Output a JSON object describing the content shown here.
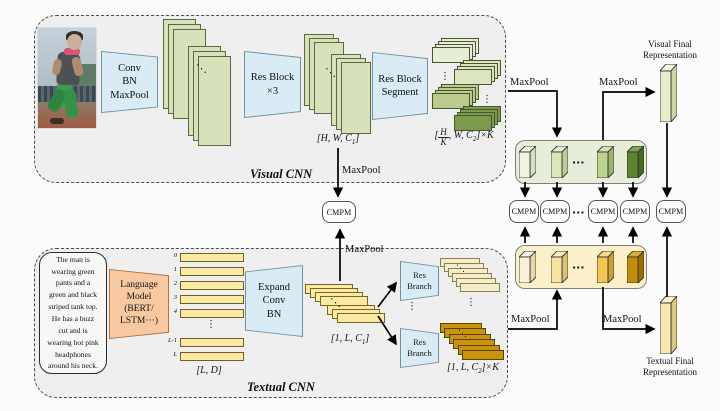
{
  "figure": {
    "visual": {
      "title": "Visual CNN",
      "conv_lines": [
        "Conv",
        "BN",
        "MaxPool"
      ],
      "res_block_lines": [
        "Res Block",
        "×3"
      ],
      "segment_block_lines": [
        "Res Block",
        "Segment"
      ],
      "feat_label": {
        "pre": "[H, W, C",
        "sub": "1",
        "post": "]"
      },
      "segment_label": {
        "open": "[",
        "num": "H",
        "den": "K",
        "mid": ", W, C",
        "sub": "2",
        "post": "]×K"
      },
      "final_lines": [
        "Visual Final",
        "Representation"
      ]
    },
    "textual": {
      "title": "Textual CNN",
      "description_lines": [
        "The man is",
        "wearing green",
        "pants and a",
        "green and black",
        "striped tank top.",
        "He has a buzz",
        "cut and is",
        "wearing hot pink",
        "headphones",
        "around his neck."
      ],
      "language_model_lines": [
        "Language",
        "Model",
        "(BERT/",
        "LSTM···)"
      ],
      "row_labels": [
        "0",
        "1",
        "2",
        "3",
        "4",
        "L-1",
        "L"
      ],
      "embedding_label": "[L, D]",
      "expand_lines": [
        "Expand",
        "Conv",
        "BN"
      ],
      "feat_label": {
        "pre": "[1, L, C",
        "sub": "1",
        "post": "]"
      },
      "res_branch_lines": [
        "Res",
        "Branch"
      ],
      "branch_out_label": {
        "pre": "[1, L, C",
        "sub": "2",
        "post": "]×K"
      },
      "final_lines": [
        "Textual Final",
        "Representation"
      ]
    },
    "ops": {
      "maxpool": "MaxPool",
      "cmpm": "CMPM"
    },
    "dots": {
      "h": "···",
      "v": "⋮",
      "d": "⋱"
    },
    "colors": {
      "visual_feature_green": "#d7e2b8",
      "visual_dark_green": "#5d8430",
      "textual_feature_yellow": "#fbe9a4",
      "textual_dark_gold": "#c28d09",
      "cnn_block_blue": "#d9ecf5",
      "language_model_orange": "#f8c9a1",
      "module_box_fill": "#efefef"
    }
  }
}
